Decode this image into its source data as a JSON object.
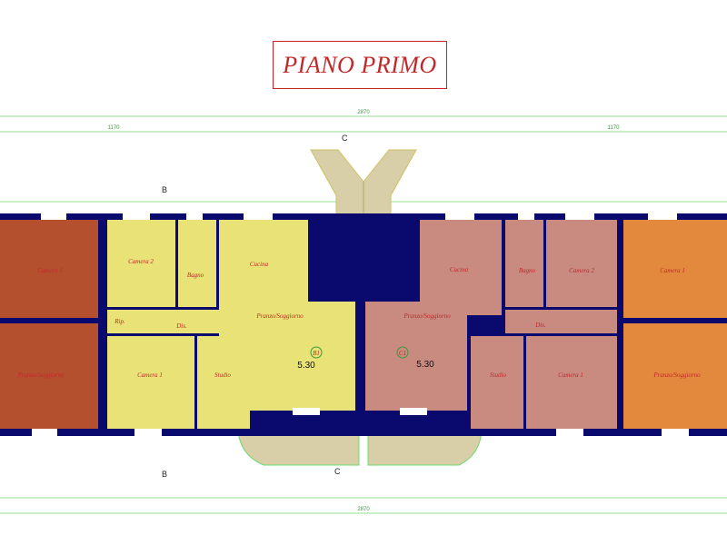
{
  "title": "PIANO PRIMO",
  "colors": {
    "unit_left": "#b5502e",
    "unit_yellow": "#e9e276",
    "unit_pink": "#c98a80",
    "unit_orange": "#e3893e",
    "walls": "#0a0a6e",
    "dims": "#5fd35f",
    "text": "#c0282a"
  },
  "dimensions": {
    "total_top": "2870",
    "sub_left": "1170",
    "sub_right": "1170",
    "total_bottom": "2870"
  },
  "section_marks": {
    "b": "B",
    "c": "C"
  },
  "units": {
    "left": {
      "room1": "Camera 1",
      "room2": "Pranzo/Soggiorno"
    },
    "yellow": {
      "camera2": "Camera 2",
      "bagno": "Bagno",
      "cucina": "Cucina",
      "rip": "Rip.",
      "dis": "Dis.",
      "pranzo": "Pranzo/Soggiorno",
      "camera1": "Camera 1",
      "studio": "Studio",
      "level": "5.30",
      "tag": "B1"
    },
    "pink": {
      "cucina": "Cucina",
      "bagno": "Bagno",
      "camera2": "Camera 2",
      "dis": "Dis.",
      "pranzo": "Pranzo/Soggiorno",
      "studio": "Studio",
      "camera1": "Camera 1",
      "level": "5.30",
      "tag": "C1"
    },
    "right": {
      "room1": "Camera 1",
      "room2": "Pranzo/Soggiorno"
    }
  }
}
